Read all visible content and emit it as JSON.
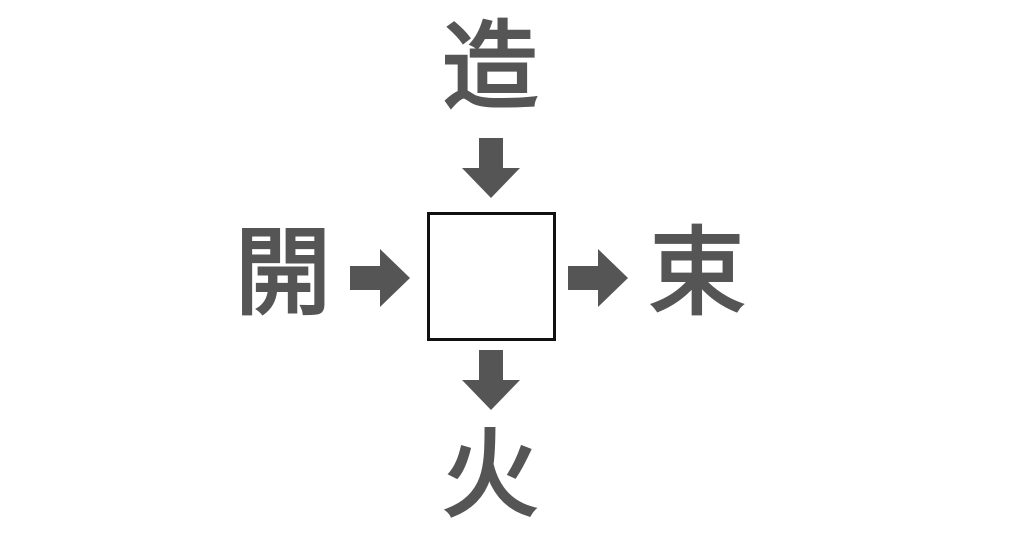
{
  "puzzle": {
    "top": "造",
    "left": "開",
    "right": "束",
    "bottom": "火",
    "answer": ""
  },
  "colors": {
    "glyph": "#555555",
    "box_border": "#111111",
    "background": "#ffffff"
  },
  "icons": {
    "top": "arrow-down-icon",
    "left": "arrow-right-icon",
    "right": "arrow-right-icon",
    "bottom": "arrow-down-icon"
  }
}
